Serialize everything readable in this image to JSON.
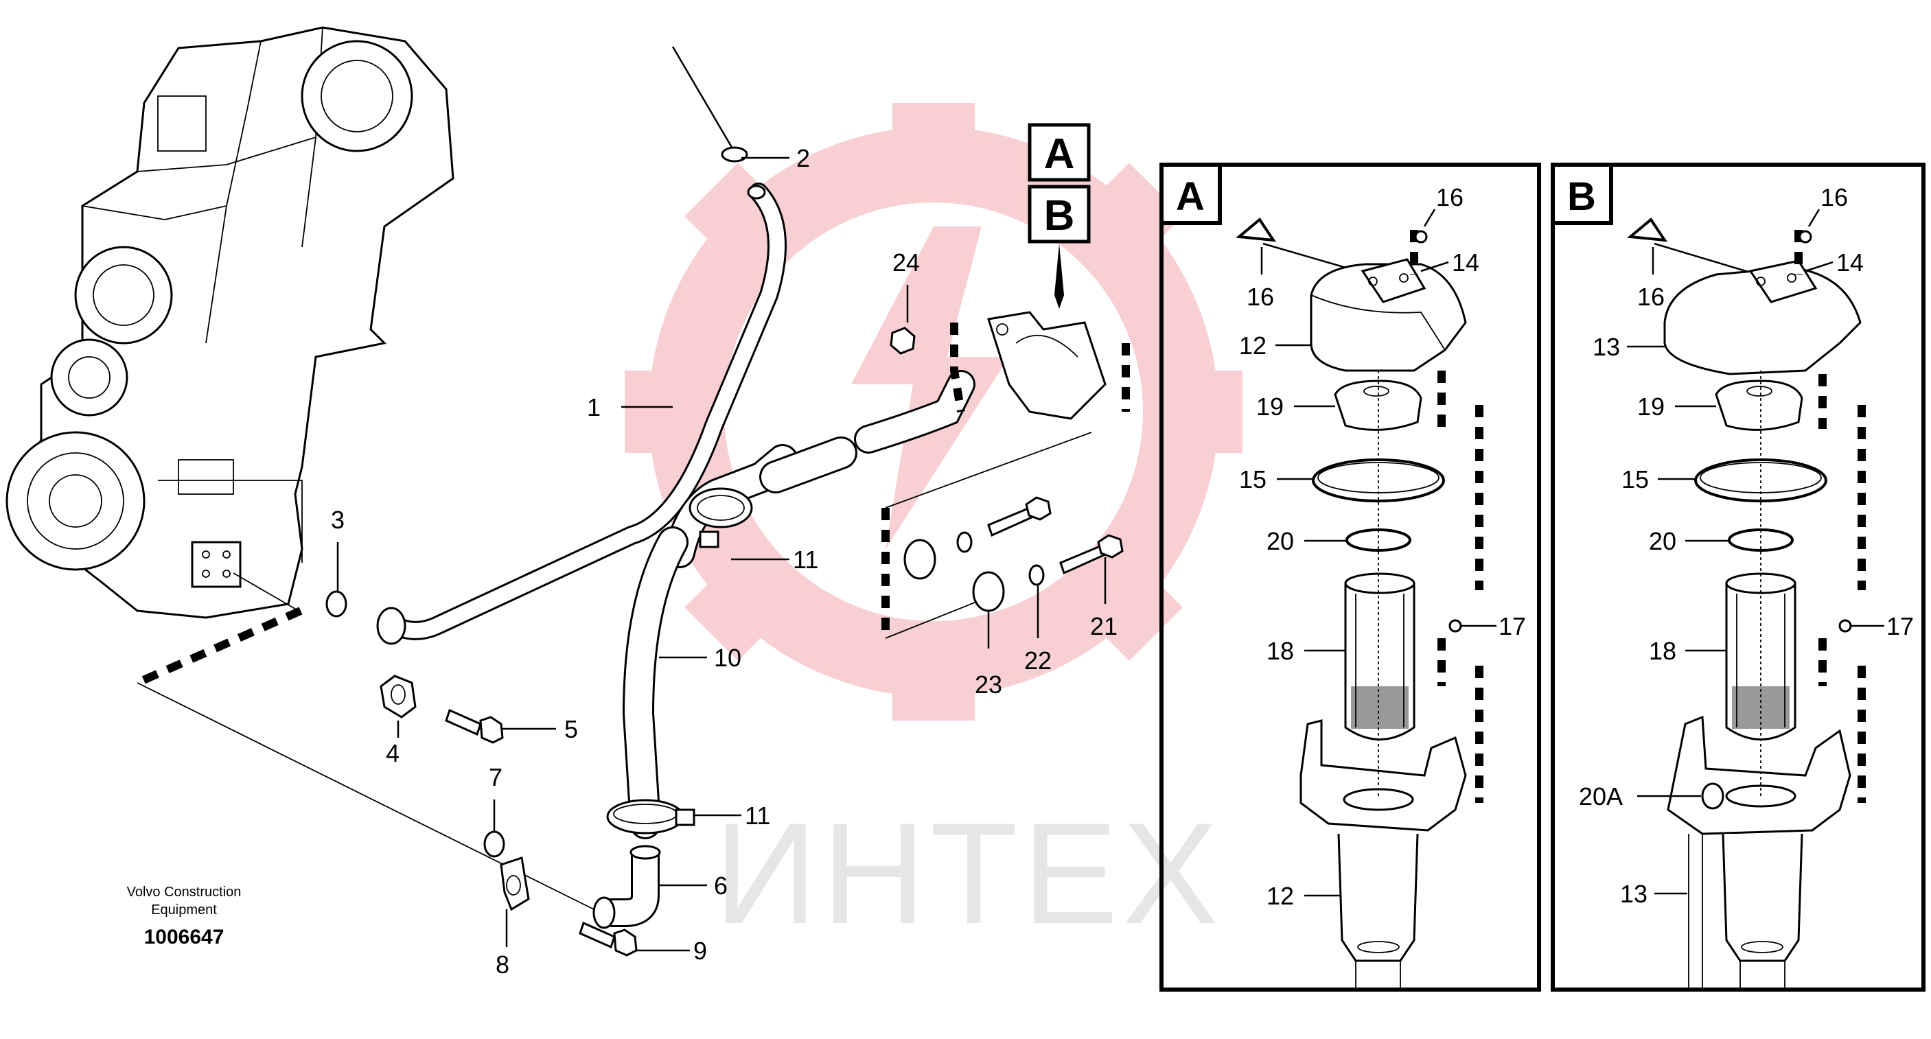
{
  "watermark": {
    "text": "ИНТЕХ",
    "color": "#f4c9cc"
  },
  "credit": {
    "line1": "Volvo Construction",
    "line2": "Equipment",
    "doc_number": "1006647"
  },
  "callouts_main": {
    "c1": "1",
    "c2": "2",
    "c3": "3",
    "c4": "4",
    "c5": "5",
    "c6": "6",
    "c7": "7",
    "c8": "8",
    "c9": "9",
    "c10": "10",
    "c11a": "11",
    "c11b": "11",
    "c21": "21",
    "c22": "22",
    "c23": "23",
    "c24": "24"
  },
  "view_boxes": {
    "a": "A",
    "b": "B"
  },
  "panel_a": {
    "letter": "A",
    "callouts": {
      "c16a": "16",
      "c14": "14",
      "c16b": "16",
      "c12a": "12",
      "c19": "19",
      "c15": "15",
      "c20": "20",
      "c17": "17",
      "c18": "18",
      "c12b": "12"
    }
  },
  "panel_b": {
    "letter": "B",
    "callouts": {
      "c16a": "16",
      "c14": "14",
      "c16b": "16",
      "c13a": "13",
      "c19": "19",
      "c15": "15",
      "c20": "20",
      "c17": "17",
      "c18": "18",
      "c20a": "20A",
      "c13b": "13"
    }
  }
}
